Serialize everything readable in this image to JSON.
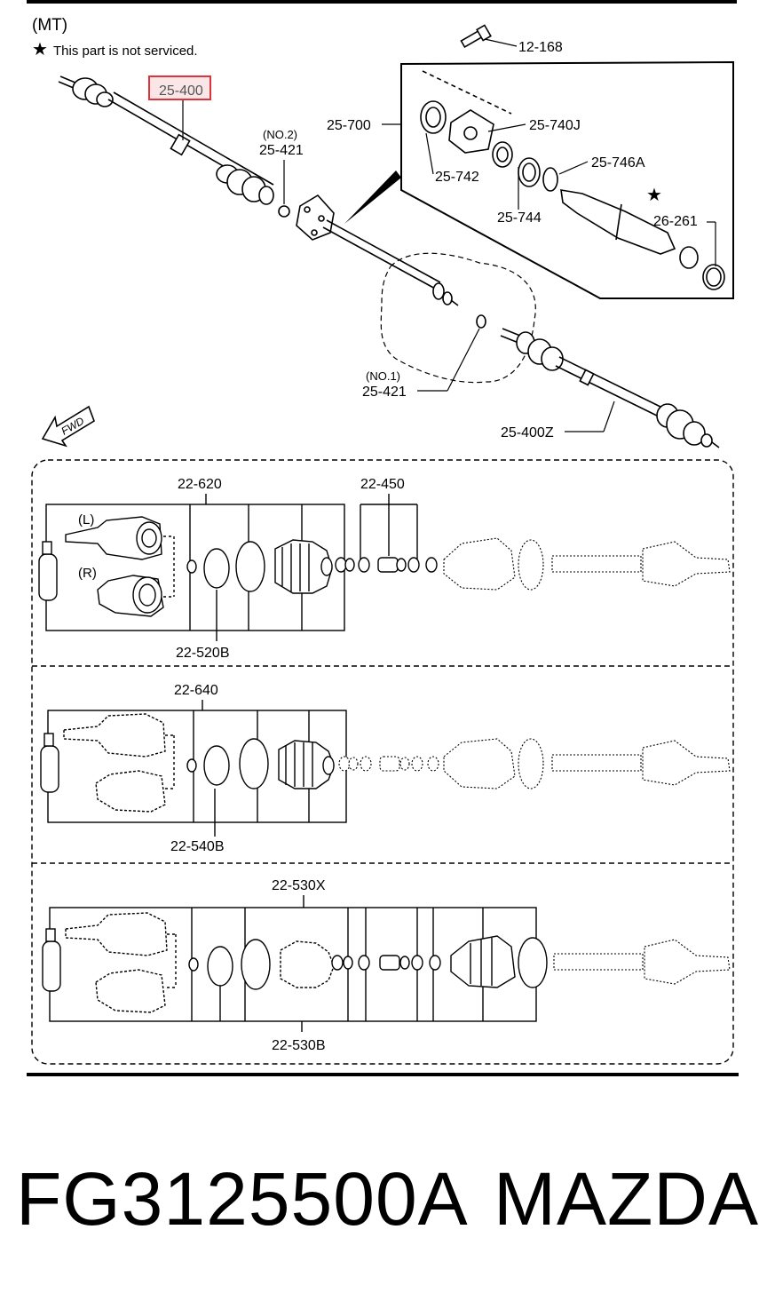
{
  "header": {
    "variant": "(MT)",
    "note_symbol": "★",
    "note": "This part is not serviced."
  },
  "callouts": {
    "p25_400": "25-400",
    "p12_168": "12-168",
    "p25_700": "25-700",
    "p25_740J": "25-740J",
    "p25_742": "25-742",
    "p25_744": "25-744",
    "p25_746A": "25-746A",
    "p26_261": "26-261",
    "no2": "(NO.2)",
    "p25_421_no2": "25-421",
    "no1": "(NO.1)",
    "p25_421_no1": "25-421",
    "p25_400Z": "25-400Z",
    "fwd": "FWD",
    "star": "★"
  },
  "kits": {
    "kit1": {
      "top": "22-620",
      "top2": "22-450",
      "bottom": "22-520B",
      "left": "(L)",
      "right": "(R)"
    },
    "kit2": {
      "top": "22-640",
      "bottom": "22-540B"
    },
    "kit3": {
      "top": "22-530X",
      "bottom": "22-530B"
    }
  },
  "highlight_color": "#e0323c",
  "caption": {
    "part_number": "FG3125500A",
    "brand": "MAZDA"
  }
}
